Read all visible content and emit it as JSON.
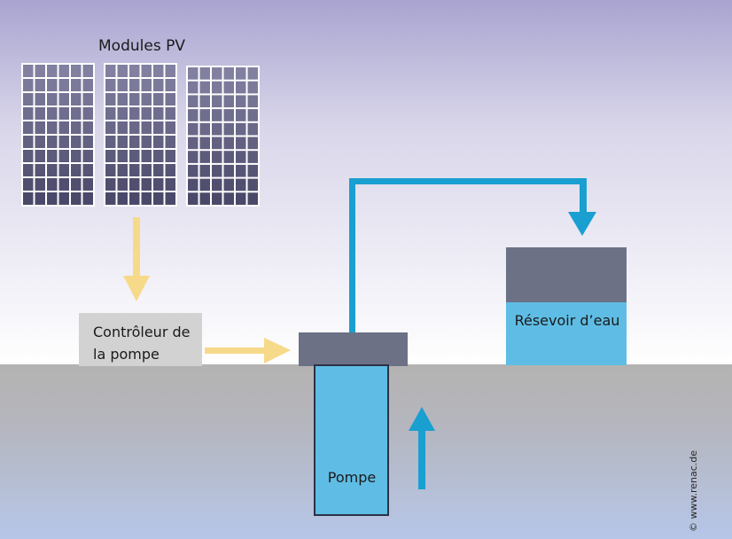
{
  "modules_label": "Modules PV",
  "controller_label_line1": "Contrôleur de",
  "controller_label_line2": "la pompe",
  "reservoir_label": "Résevoir d’eau",
  "pump_label": "Pompe",
  "copyright": "© www.renac.de",
  "colors": {
    "sky_top": "#a9a5d0",
    "ground": "#b6b4b3",
    "water_deep": "#b8c6e6",
    "pipe": "#1a9fd1",
    "energy_arrow": "#f7d98a",
    "pump_blue": "#5fbde5",
    "dark_slate": "#6c7186",
    "panel_cell": "#5a5878"
  },
  "icons": [
    "solar-panel-icon",
    "down-arrow-icon",
    "right-arrow-icon",
    "up-arrow-icon"
  ]
}
